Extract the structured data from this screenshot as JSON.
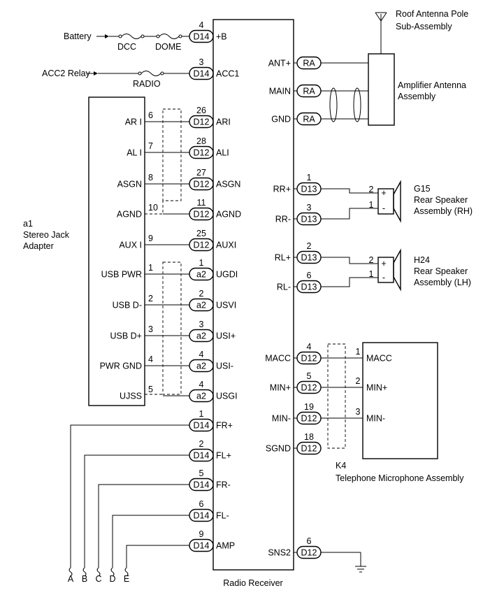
{
  "receiver": {
    "title": "Radio Receiver",
    "left_pins": [
      {
        "pin": "+B",
        "conn": "D14",
        "num": "4"
      },
      {
        "pin": "ACC1",
        "conn": "D14",
        "num": "3"
      },
      {
        "pin": "ARI",
        "conn": "D12",
        "num": "26"
      },
      {
        "pin": "ALI",
        "conn": "D12",
        "num": "28"
      },
      {
        "pin": "ASGN",
        "conn": "D12",
        "num": "27"
      },
      {
        "pin": "AGND",
        "conn": "D12",
        "num": "11"
      },
      {
        "pin": "AUXI",
        "conn": "D12",
        "num": "25"
      },
      {
        "pin": "UGDI",
        "conn": "a2",
        "num": "1"
      },
      {
        "pin": "USVI",
        "conn": "a2",
        "num": "2"
      },
      {
        "pin": "USI+",
        "conn": "a2",
        "num": "3"
      },
      {
        "pin": "USI-",
        "conn": "a2",
        "num": "4"
      },
      {
        "pin": "USGI",
        "conn": "a2",
        "num": "4"
      },
      {
        "pin": "FR+",
        "conn": "D14",
        "num": "1"
      },
      {
        "pin": "FL+",
        "conn": "D14",
        "num": "2"
      },
      {
        "pin": "FR-",
        "conn": "D14",
        "num": "5"
      },
      {
        "pin": "FL-",
        "conn": "D14",
        "num": "6"
      },
      {
        "pin": "AMP",
        "conn": "D14",
        "num": "9"
      }
    ],
    "right_pins": [
      {
        "pin": "ANT+",
        "conn": "RA",
        "num": ""
      },
      {
        "pin": "MAIN",
        "conn": "RA",
        "num": ""
      },
      {
        "pin": "GND",
        "conn": "RA",
        "num": ""
      },
      {
        "pin": "RR+",
        "conn": "D13",
        "num": "1"
      },
      {
        "pin": "RR-",
        "conn": "D13",
        "num": "3"
      },
      {
        "pin": "RL+",
        "conn": "D13",
        "num": "2"
      },
      {
        "pin": "RL-",
        "conn": "D13",
        "num": "6"
      },
      {
        "pin": "MACC",
        "conn": "D12",
        "num": "4"
      },
      {
        "pin": "MIN+",
        "conn": "D12",
        "num": "5"
      },
      {
        "pin": "MIN-",
        "conn": "D12",
        "num": "19"
      },
      {
        "pin": "SGND",
        "conn": "D12",
        "num": "18"
      },
      {
        "pin": "SNS2",
        "conn": "D12",
        "num": "6"
      }
    ]
  },
  "power": {
    "battery": "Battery",
    "acc2": "ACC2 Relay",
    "fuses": [
      "DCC",
      "DOME",
      "RADIO"
    ]
  },
  "jack": {
    "id": "a1",
    "name_line1": "Stereo Jack",
    "name_line2": "Adapter",
    "pins": [
      {
        "label": "AR I",
        "num": "6"
      },
      {
        "label": "AL I",
        "num": "7"
      },
      {
        "label": "ASGN",
        "num": "8"
      },
      {
        "label": "AGND",
        "num": "10"
      },
      {
        "label": "AUX I",
        "num": "9"
      },
      {
        "label": "USB PWR",
        "num": "1"
      },
      {
        "label": "USB D-",
        "num": "2"
      },
      {
        "label": "USB D+",
        "num": "3"
      },
      {
        "label": "PWR GND",
        "num": "4"
      },
      {
        "label": "UJSS",
        "num": "5"
      }
    ]
  },
  "antenna": {
    "pole_line1": "Roof Antenna Pole",
    "pole_line2": "Sub-Assembly",
    "amp_line1": "Amplifier Antenna",
    "amp_line2": "Assembly"
  },
  "speakers": [
    {
      "id": "G15",
      "line1": "Rear Speaker",
      "line2": "Assembly (RH)",
      "pins": [
        "2",
        "1"
      ],
      "polarity": [
        "+",
        "-"
      ]
    },
    {
      "id": "H24",
      "line1": "Rear Speaker",
      "line2": "Assembly (LH)",
      "pins": [
        "2",
        "1"
      ],
      "polarity": [
        "+",
        "-"
      ]
    }
  ],
  "mic": {
    "id": "K4",
    "name": "Telephone Microphone Assembly",
    "pins": [
      {
        "num": "1",
        "label": "MACC"
      },
      {
        "num": "2",
        "label": "MIN+"
      },
      {
        "num": "3",
        "label": "MIN-"
      }
    ]
  },
  "outputs": [
    "A",
    "B",
    "C",
    "D",
    "E"
  ]
}
